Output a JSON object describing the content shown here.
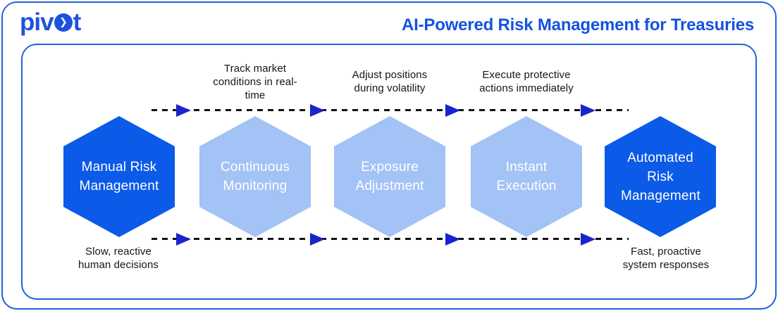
{
  "header": {
    "logo": {
      "prefix": "piv",
      "suffix": "t",
      "chevron": "❯"
    },
    "title": "AI-Powered Risk Management for Treasuries"
  },
  "diagram": {
    "top_annotations": [
      {
        "text": "Track market\nconditions in real-\ntime"
      },
      {
        "text": "Adjust positions\nduring volatility"
      },
      {
        "text": "Execute protective\nactions immediately"
      }
    ],
    "stages": [
      {
        "label": "Manual Risk Management",
        "variant": "dark"
      },
      {
        "label": "Continuous Monitoring",
        "variant": "light"
      },
      {
        "label": "Exposure Adjustment",
        "variant": "light"
      },
      {
        "label": "Instant Execution",
        "variant": "light"
      },
      {
        "label": "Automated Risk Management",
        "variant": "dark"
      }
    ],
    "bottom_annotations": [
      {
        "text": "Slow, reactive\nhuman decisions"
      },
      {
        "text": "Fast, proactive\nsystem responses"
      }
    ]
  },
  "colors": {
    "brand_blue": "#1D52DF",
    "title_blue": "#1552E2",
    "border_blue": "#2161DE",
    "hexagon_dark": "#0B5AE8",
    "hexagon_light": "#A3C2F6",
    "arrowhead_blue": "#1B23CC",
    "dash_black": "#121212",
    "hexagon_text": "#FFFFFF"
  }
}
